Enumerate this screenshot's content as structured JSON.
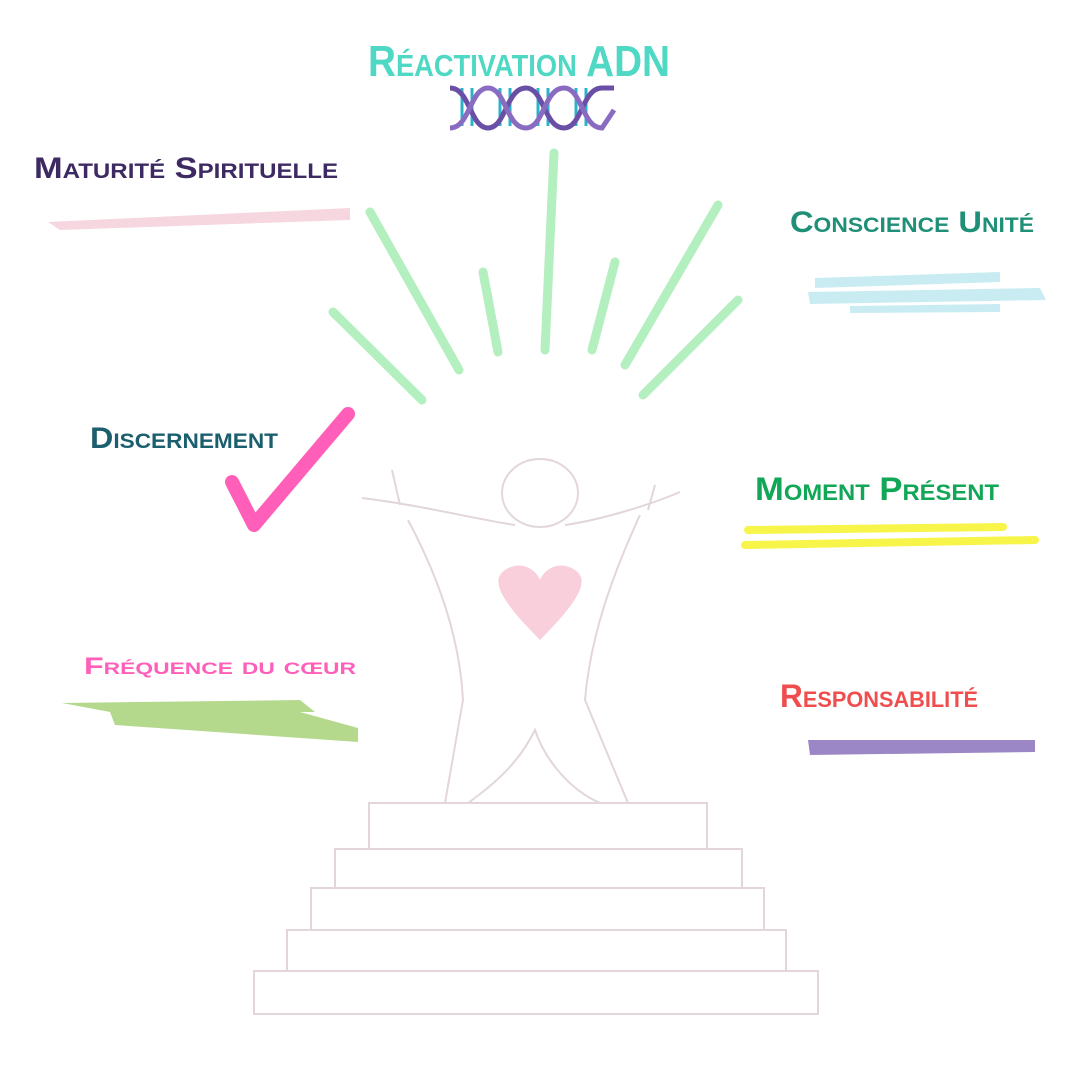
{
  "title": "Réactivation ADN",
  "labels": {
    "maturite": "Maturité Spirituelle",
    "conscience": "Conscience Unité",
    "discernement": "Discernement",
    "moment": "Moment Présent",
    "frequence": "Fréquence du cœur",
    "responsabilite": "Responsabilité"
  },
  "colors": {
    "title": "#4fd8c4",
    "maturite": "#3d2a63",
    "conscience": "#1f8f77",
    "discernement": "#1b5e6e",
    "moment": "#12a657",
    "frequence": "#ff5fb8",
    "responsabilite": "#f04e4e",
    "rays": "#b3efbf",
    "figure": "#e2d6dc",
    "heart": "#f9cfdc"
  }
}
